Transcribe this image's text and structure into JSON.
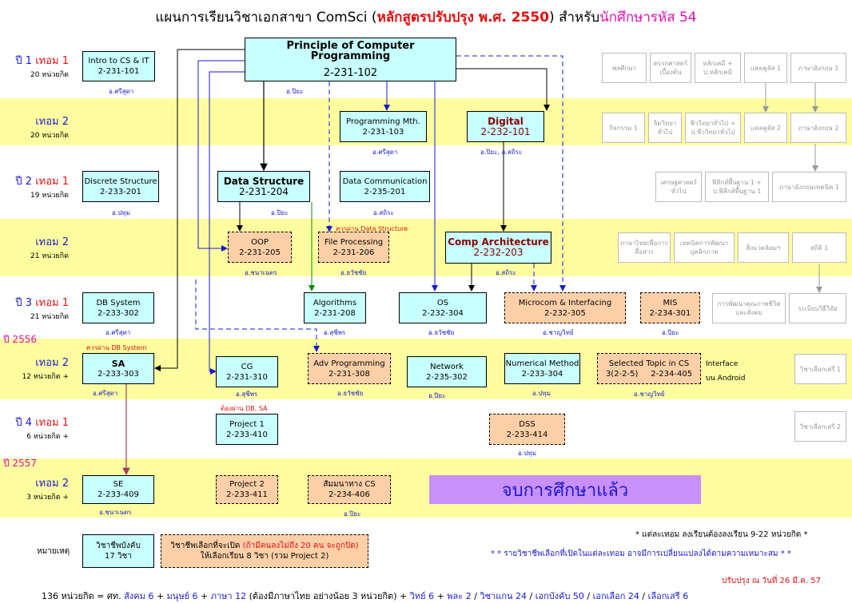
{
  "header": {
    "pre": "แผนการเรียนวิชาเอกสาขา ComSci (",
    "red": "หลักสูตรปรับปรุง พ.ศ. 2550",
    ")  สำหรับ": ")  สำหรับ",
    "mag": "นักศึกษารหัส 54"
  },
  "rows": [
    {
      "year": "ปี 1",
      "term": "เทอม 1",
      "credits": "20 หน่วยกิต"
    },
    {
      "year": "",
      "term": "เทอม 2",
      "credits": "20 หน่วยกิต"
    },
    {
      "year": "ปี 2",
      "term": "เทอม 1",
      "credits": "19 หน่วยกิต"
    },
    {
      "year": "",
      "term": "เทอม 2",
      "credits": "21 หน่วยกิต"
    },
    {
      "year": "ปี 3",
      "term": "เทอม 1",
      "credits": "21 หน่วยกิต"
    },
    {
      "year": "",
      "term": "เทอม 2",
      "credits": "12 หน่วยกิต +"
    },
    {
      "year": "ปี 4",
      "term": "เทอม 1",
      "credits": "6 หน่วยกิต +"
    },
    {
      "year": "",
      "term": "เทอม 2",
      "credits": "3 หน่วยกิต +"
    }
  ],
  "year_marks": {
    "y2556": "ปี 2556",
    "y2557": "ปี 2557"
  },
  "courses": {
    "intro": {
      "name": "Intro to CS & IT",
      "code": "2-231-101",
      "teacher": "อ.ศรีสุดา"
    },
    "pcp": {
      "name": "Principle of Computer Programming",
      "code": "2-231-102",
      "teacher": "อ.ปิยะ"
    },
    "pmth": {
      "name": "Programming Mth.",
      "code": "2-231-103",
      "teacher": "อ.ศรีสุดา"
    },
    "digital": {
      "name": "Digital",
      "code": "2-232-101",
      "teacher": "อ.ปิยะ, อ.สถิระ"
    },
    "discrete": {
      "name": "Discrete Structure",
      "code": "2-233-201",
      "teacher": "อ.ปทุม"
    },
    "ds": {
      "name": "Data Structure",
      "code": "2-231-204",
      "teacher": "อ.ปิยะ"
    },
    "dcomm": {
      "name": "Data Communication",
      "code": "2-235-201",
      "teacher": "อ.สถิระ"
    },
    "oop": {
      "name": "OOP",
      "code": "2-231-205",
      "teacher": "อ.ชนาเนตร"
    },
    "fp": {
      "name": "File Processing",
      "code": "2-231-206",
      "teacher": "อ.ธวัชชัย"
    },
    "carch": {
      "name": "Comp Architecture",
      "code": "2-232-203",
      "teacher": "อ.สถิระ"
    },
    "db": {
      "name": "DB System",
      "code": "2-233-302",
      "teacher": "อ.ศรีสุดา"
    },
    "algo": {
      "name": "Algorithms",
      "code": "2-231-208",
      "teacher": "อ.สุชีพร"
    },
    "os": {
      "name": "OS",
      "code": "2-232-304",
      "teacher": "อ.ธวัชชัย"
    },
    "micro": {
      "name": "Microcom & Interfacing",
      "code": "2-232-305",
      "teacher": "อ.ชาญวิทย์"
    },
    "mis": {
      "name": "MIS",
      "code": "2-234-301",
      "teacher": "อ.ปิยะ"
    },
    "sa": {
      "name": "SA",
      "code": "2-233-303",
      "teacher": "อ.ศรีสุดา"
    },
    "cg": {
      "name": "CG",
      "code": "2-231-310",
      "teacher": "อ.สุชีพร"
    },
    "advp": {
      "name": "Adv Programming",
      "code": "2-231-308",
      "teacher": "อ.ธวัชชัย"
    },
    "net": {
      "name": "Network",
      "code": "2-235-302",
      "teacher": "อ.ปิยะ"
    },
    "num": {
      "name": "Numerical Method",
      "code": "2-233-304",
      "teacher": "อ.ปทุม"
    },
    "sel": {
      "name": "Selected Topic in CS",
      "code": "3(2-2-5)     2-234-405",
      "teacher": "อ.ชาญวิทย์",
      "side1": "Interface",
      "side2": "บน Android"
    },
    "p1": {
      "name": "Project 1",
      "code": "2-233-410"
    },
    "dss": {
      "name": "DSS",
      "code": "2-233-414",
      "teacher": "อ.ปทุม"
    },
    "se": {
      "name": "SE",
      "code": "2-233-409",
      "teacher": "อ.ชนาเนตร"
    },
    "p2": {
      "name": "Project 2",
      "code": "2-233-411"
    },
    "sem": {
      "name": "สัมมนาทาง CS",
      "code": "2-234-406",
      "teacher": "อ.ปิยะ"
    }
  },
  "notes": {
    "fp_pre": "ควรผ่าน Data Structure",
    "sa_pre": "ควรผ่าน DB System",
    "p1_pre": "ต้องผ่าน DB, SA"
  },
  "gen": {
    "r1": [
      "พลศึกษา",
      "ตรรกศาสตร์เบื้องต้น",
      "หลักเคมี + ป.หลักเคมี",
      "แคลคูลัส 1",
      "ภาษาอังกฤษ 1"
    ],
    "r2": [
      "กิจกรรม 1",
      "จิตวิทยาทั่วไป",
      "ชีววิทยาทั่วไป + ป.ชีววิทยาทั่วไป",
      "แคลคูลัส 2",
      "ภาษาอังกฤษ 2"
    ],
    "r3": [
      "เศรษฐศาสตร์ทั่วไป",
      "ฟิสิกส์พื้นฐาน 1 + ป.ฟิสิกส์พื้นฐาน 1",
      "ภาษาอังกฤษเทคนิค 1"
    ],
    "r4": [
      "ภาษาไทยเพื่อการสื่อสาร",
      "เทคนิคการพัฒนาบุคลิกภาพ",
      "สิ่งแวดล้อมฯ",
      "สถิติ 1"
    ],
    "r5": [
      "การพัฒนาคุณภาพชีวิตและสังคม",
      "ระเบียบวิธีวิจัย"
    ],
    "r6": [
      "วิชาเลือกเสรี 1"
    ],
    "r7": [
      "วิชาเลือกเสรี 2"
    ]
  },
  "done": "จบการศึกษาแล้ว",
  "legend": {
    "label": "หมายเหตุ",
    "core": "วิชาชีพบังคับ",
    "core_n": "17 วิชา",
    "elect_a": "วิชาชีพเลือกที่จะเปิด ",
    "elect_red": "(ถ้ามีคนลงไม่ถึง 20 คน จะถูกปิด)",
    "elect_b": "ให้เลือกเรียน 8 วิชา  (รวม Project 2)",
    "note1": "* แต่ละเทอม ลงเรียนต้องลงเรียน 9-22 หน่วยกิต *",
    "note2": "* * รายวิชาชีพเลือกที่เปิดในแต่ละเทอม อาจมีการเปลี่ยนแปลงได้ตามความเหมาะสม * *",
    "updated": "ปรับปรุง ณ วันที่ 26 มี.ค. 57"
  },
  "footer": {
    "a": "136 หน่วยกิต = ศท. ",
    "b": "สังคม 6",
    " + ": " + ",
    "c": "มนุษย์ 6",
    "d": "ภาษา 12",
    "e": " (ต้องมีภาษาไทย อย่างน้อย 3 หน่วยกิต) + ",
    "f": "วิทย์ 6",
    "g": "พละ 2",
    "h": "วิชาแกน 24",
    "i": "เอกบังคับ 50",
    "j": "เอกเลือก 24",
    "k": "เลือกเสรี 6"
  }
}
